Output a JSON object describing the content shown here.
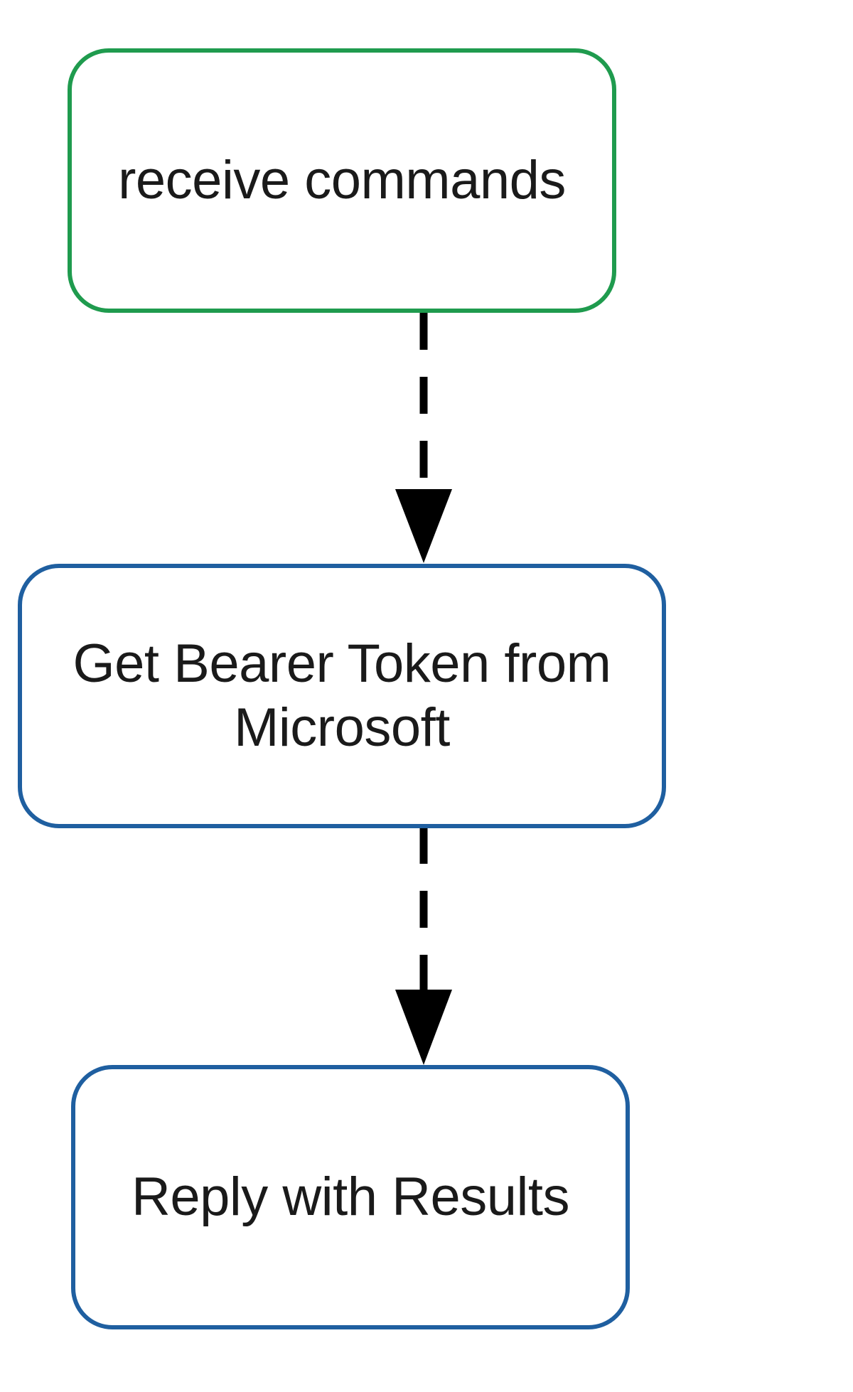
{
  "diagram": {
    "type": "flowchart",
    "orientation": "top-to-bottom",
    "background_color": "#ffffff",
    "nodes": [
      {
        "id": "receive-commands",
        "label": "receive commands",
        "shape": "rounded-rectangle",
        "border_color": "#1f9b4e",
        "fill_color": "#ffffff",
        "text_color": "#1a1a1a",
        "role": "start"
      },
      {
        "id": "get-bearer-token",
        "label": "Get Bearer Token from\nMicrosoft",
        "shape": "rounded-rectangle",
        "border_color": "#1f5fa0",
        "fill_color": "#ffffff",
        "text_color": "#1a1a1a",
        "role": "process"
      },
      {
        "id": "reply-with-results",
        "label": "Reply with Results",
        "shape": "rounded-rectangle",
        "border_color": "#1f5fa0",
        "fill_color": "#ffffff",
        "text_color": "#1a1a1a",
        "role": "process"
      }
    ],
    "edges": [
      {
        "id": "edge-receive-to-token",
        "from": "receive-commands",
        "to": "get-bearer-token",
        "label": "",
        "style": "dashed",
        "color": "#000000",
        "arrowhead": "filled-triangle"
      },
      {
        "id": "edge-token-to-reply",
        "from": "get-bearer-token",
        "to": "reply-with-results",
        "label": "",
        "style": "dashed",
        "color": "#000000",
        "arrowhead": "filled-triangle"
      }
    ]
  }
}
